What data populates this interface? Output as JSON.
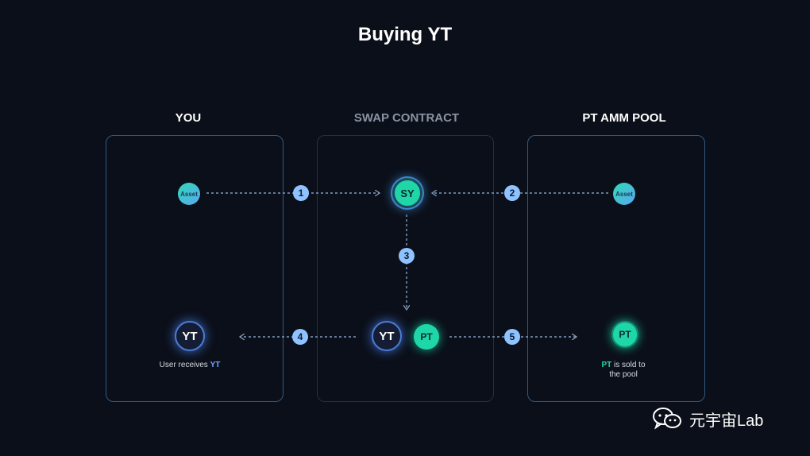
{
  "title": "Buying YT",
  "columns": {
    "you": "YOU",
    "swap": "SWAP CONTRACT",
    "pool": "PT AMM POOL"
  },
  "tokens": {
    "asset_left": "Asset",
    "asset_right": "Asset",
    "sy": "SY",
    "yt_left": "YT",
    "yt_mid": "YT",
    "pt_mid": "PT",
    "pt_right": "PT"
  },
  "steps": [
    "1",
    "2",
    "3",
    "4",
    "5"
  ],
  "captions": {
    "you_prefix": "User receives ",
    "you_highlight": "YT",
    "pool_highlight": "PT",
    "pool_line1_suffix": " is sold to",
    "pool_line2": "the pool"
  },
  "watermark": "元宇宙Lab",
  "colors": {
    "background": "#0b0f19",
    "panel_border": "#2f5a86",
    "accent_green": "#1fd6a8",
    "accent_blue": "#8fc3ff",
    "arrow": "#7f9cc0"
  },
  "icons": {
    "watermark": "wechat-icon"
  }
}
